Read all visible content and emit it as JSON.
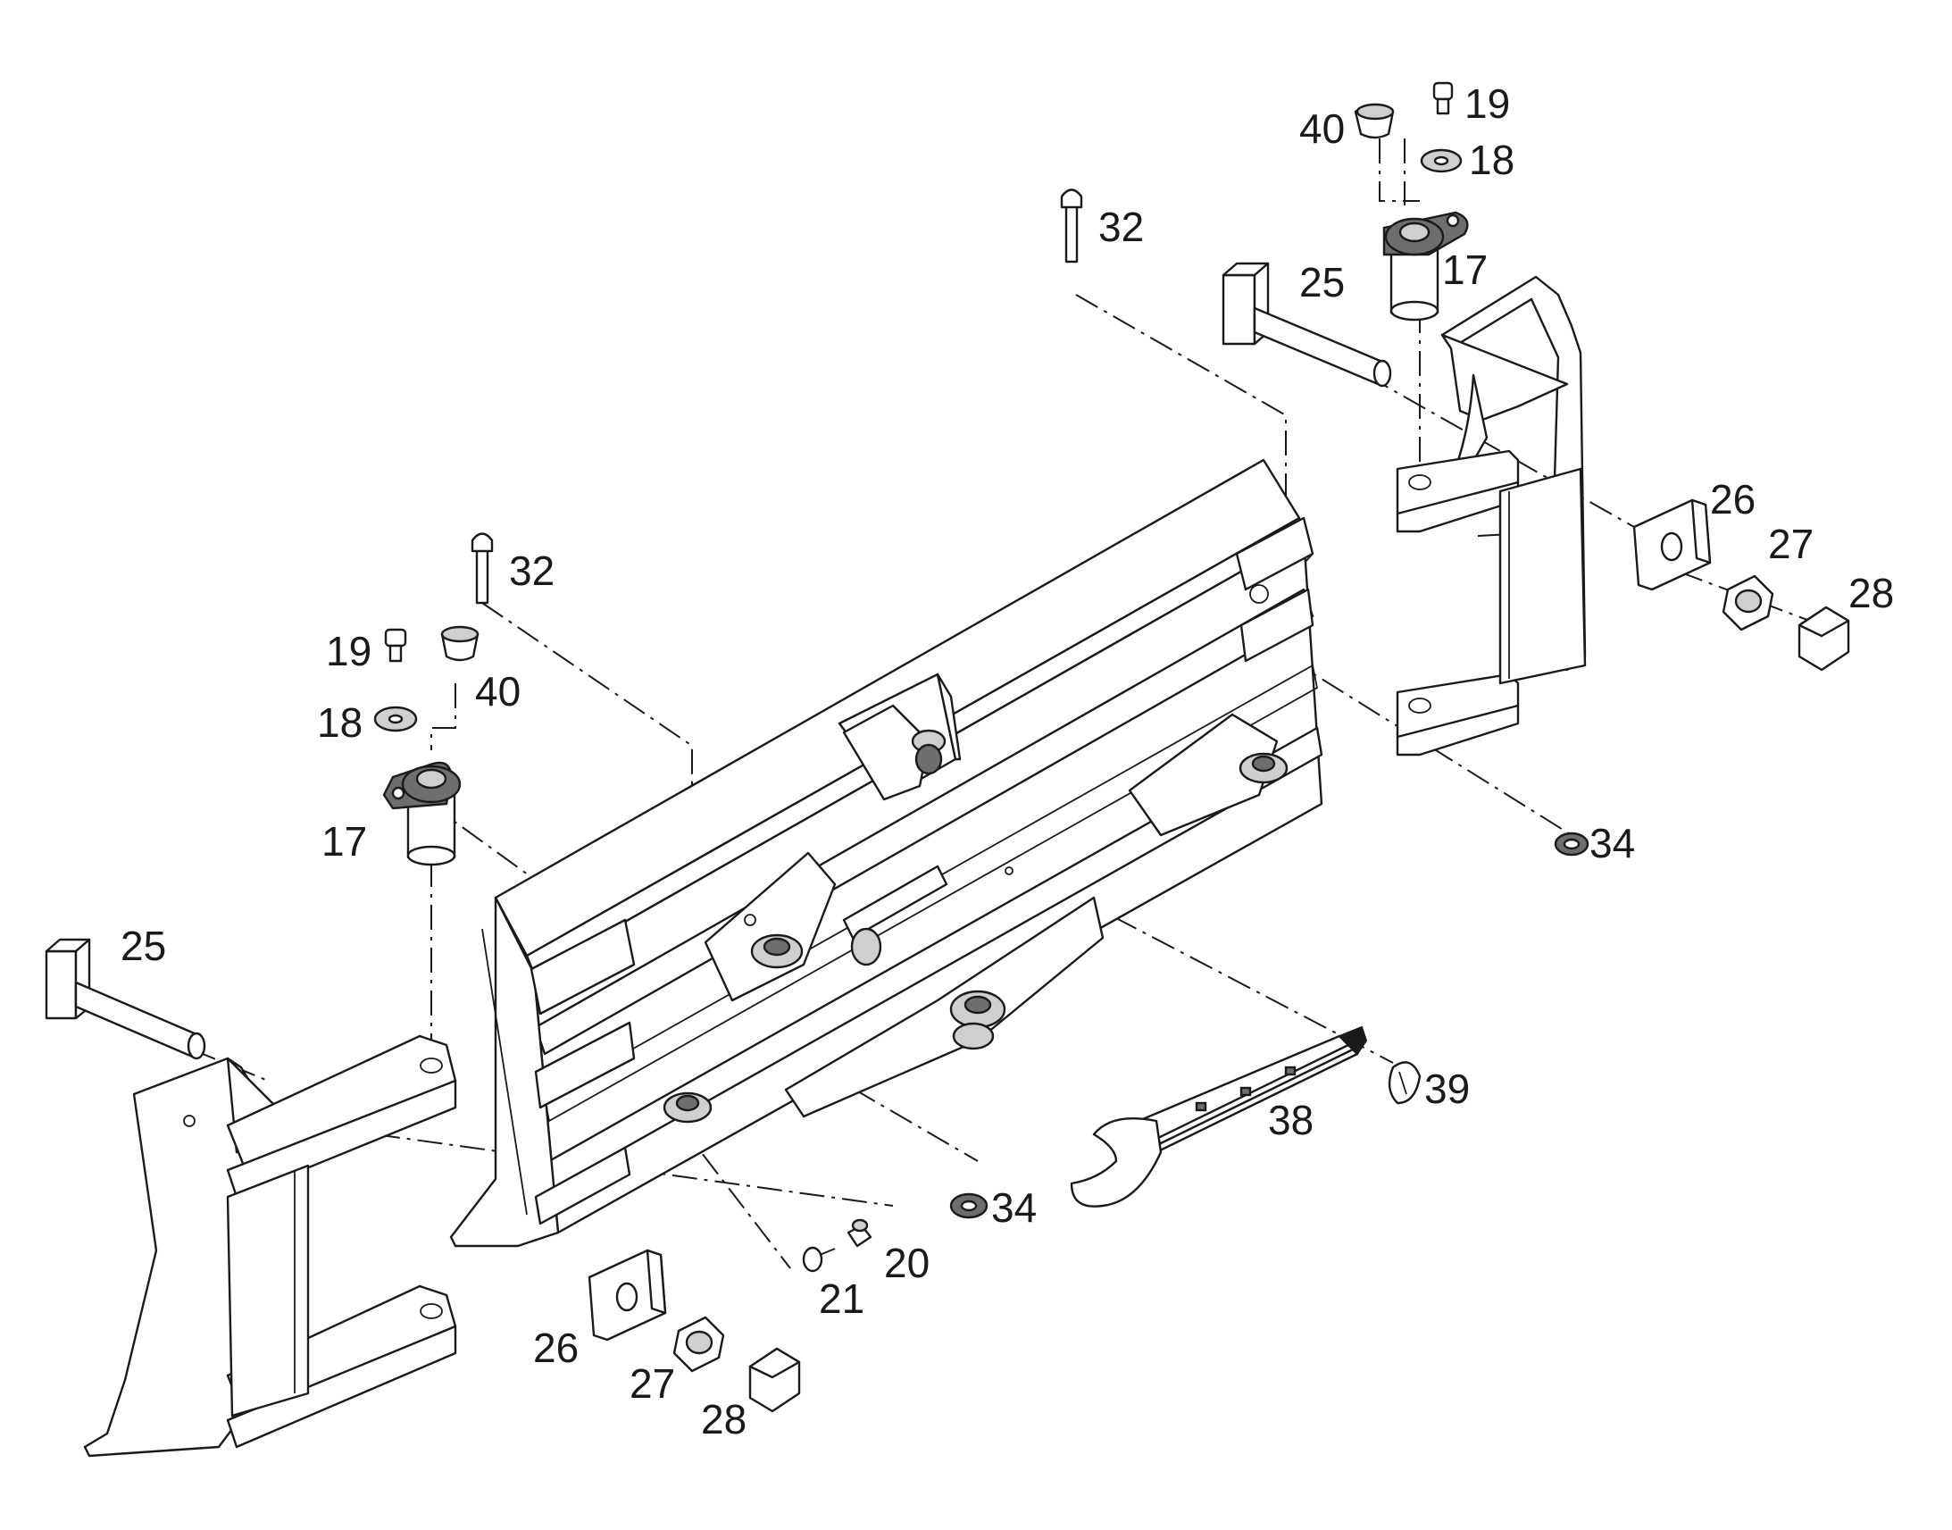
{
  "callouts": {
    "c17_top": "17",
    "c18_top": "18",
    "c19_top": "19",
    "c40_top": "40",
    "c32_right": "32",
    "c25_right": "25",
    "c26_right": "26",
    "c27_right": "27",
    "c28_right": "28",
    "c34_right": "34",
    "c32_left": "32",
    "c19_left": "19",
    "c40_left": "40",
    "c18_left": "18",
    "c17_left": "17",
    "c25_left": "25",
    "c26_left": "26",
    "c27_left": "27",
    "c28_left": "28",
    "c34_mid": "34",
    "c20": "20",
    "c21": "21",
    "c38": "38",
    "c39": "39"
  }
}
